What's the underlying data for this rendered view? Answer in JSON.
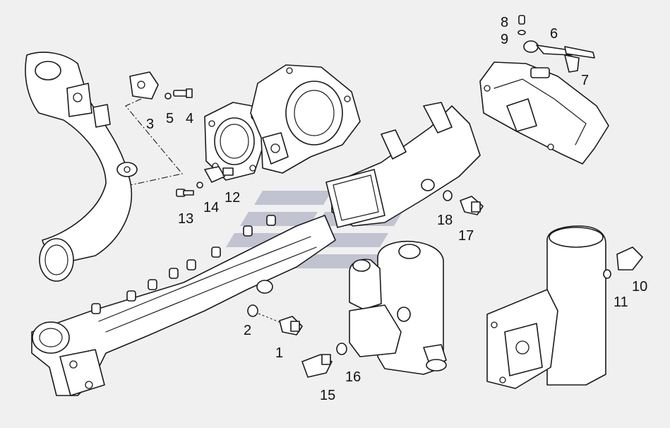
{
  "diagram": {
    "callouts": [
      {
        "id": "1",
        "text": "1"
      },
      {
        "id": "2",
        "text": "2"
      },
      {
        "id": "3",
        "text": "3"
      },
      {
        "id": "4",
        "text": "4"
      },
      {
        "id": "5",
        "text": "5"
      },
      {
        "id": "6",
        "text": "6"
      },
      {
        "id": "7",
        "text": "7"
      },
      {
        "id": "8",
        "text": "8"
      },
      {
        "id": "9",
        "text": "9"
      },
      {
        "id": "10",
        "text": "10"
      },
      {
        "id": "11",
        "text": "11"
      },
      {
        "id": "12",
        "text": "12"
      },
      {
        "id": "13",
        "text": "13"
      },
      {
        "id": "14",
        "text": "14"
      },
      {
        "id": "15",
        "text": "15"
      },
      {
        "id": "16",
        "text": "16"
      },
      {
        "id": "17",
        "text": "17"
      },
      {
        "id": "18",
        "text": "18"
      }
    ],
    "colors": {
      "background": "#f0f0f0",
      "line": "#1a1a1a",
      "watermark": "#9a9fb8"
    }
  }
}
